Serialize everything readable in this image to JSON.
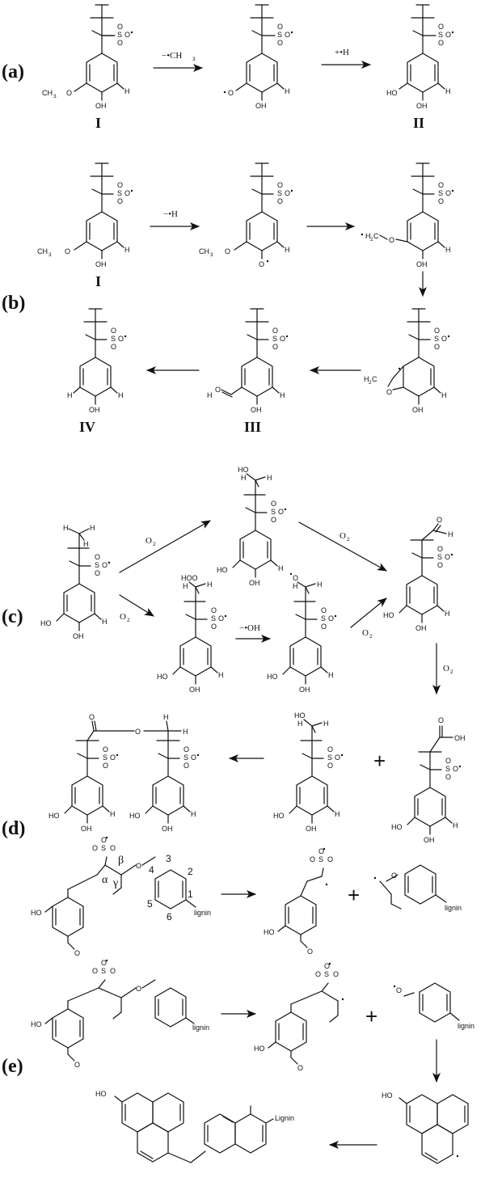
{
  "panels": {
    "a": "(a)",
    "b": "(b)",
    "c": "(c)",
    "d": "(d)",
    "e": "(e)"
  },
  "compounds": {
    "I": "I",
    "II": "II",
    "III": "III",
    "IV": "IV"
  },
  "reagents": {
    "minus_ch3": "−•CH",
    "ch3_sub": "3",
    "plus_h": "+•H",
    "minus_h": "−•H",
    "o2": "O",
    "o2_sub": "2",
    "minus_oh": "−•OH"
  },
  "atoms": {
    "so2": "S",
    "o": "O",
    "oh": "OH",
    "h": "H",
    "ho": "HO",
    "ch3": "CH",
    "ch3_sub": "3",
    "h2c": "H",
    "h2c_c": "C",
    "h2_sub": "2",
    "hoo": "HOO",
    "c": "C",
    "lignin": "lignin",
    "lignin_cap": "Lignin"
  },
  "positions": {
    "alpha": "α",
    "beta": "β",
    "gamma": "γ",
    "n1": "1",
    "n2": "2",
    "n3": "3",
    "n4": "4",
    "n5": "5",
    "n6": "6"
  },
  "symbols": {
    "plus": "+"
  }
}
